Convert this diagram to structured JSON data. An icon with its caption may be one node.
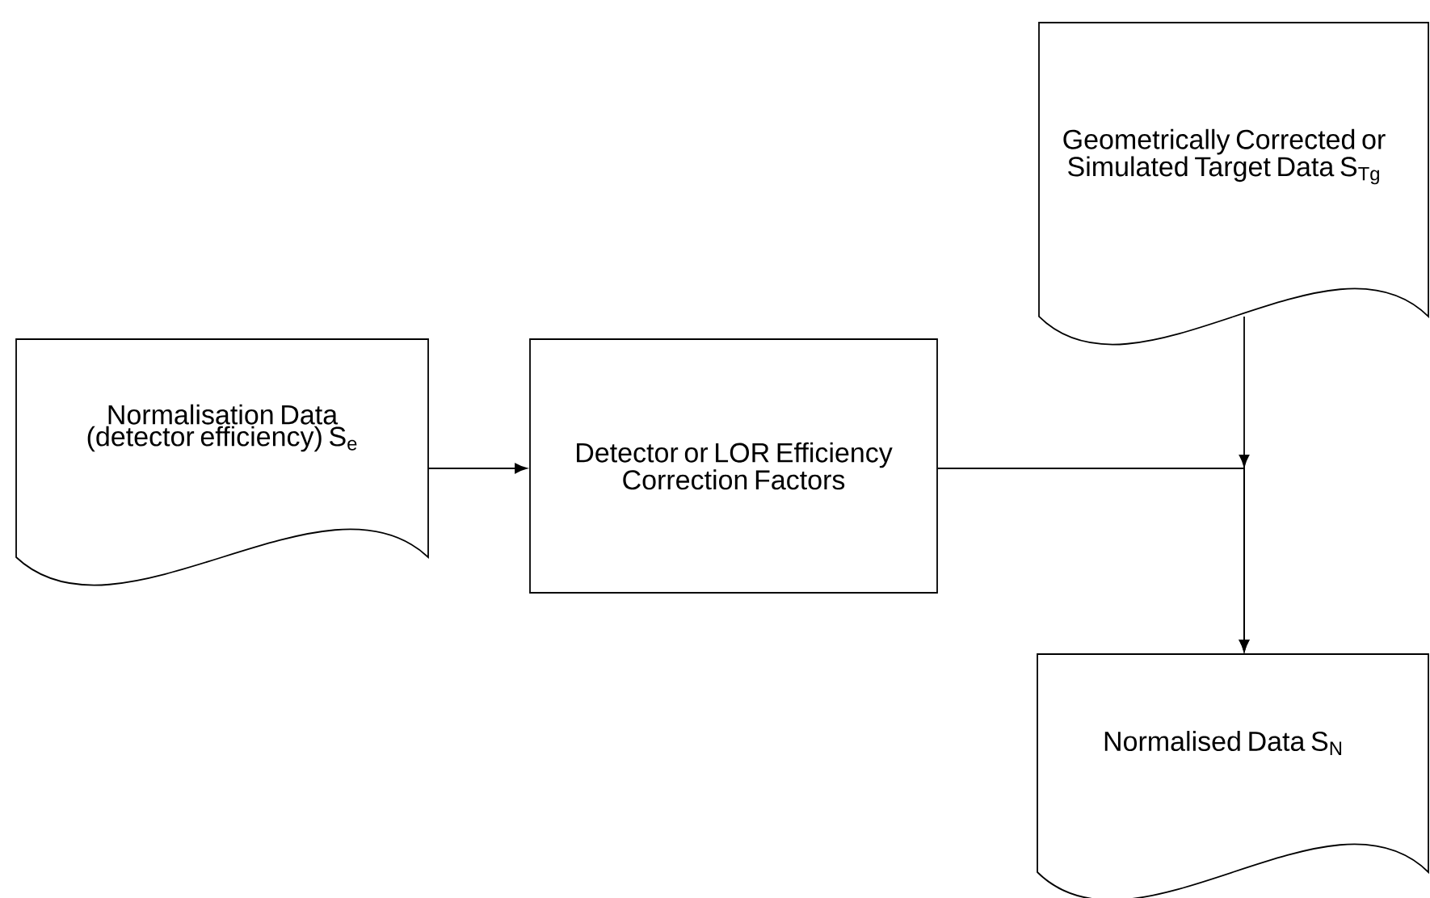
{
  "diagram": {
    "nodes": [
      {
        "text": [
          "Normalisation Data (detector efficiency) S$_{e}$"
        ]
      },
      {
        "text": [
          "Detector or LOR Efficiency Correction Factors"
        ]
      },
      {
        "text": [
          "Geometrically Corrected or Simulated Target Data S$_{Tg}$"
        ]
      },
      {
        "text": [
          "Normalised Data S$_{N}$"
        ]
      }
    ],
    "edges": [
      {
        "from": 0,
        "to": 1,
        "arrow": "to"
      },
      {
        "from": 1,
        "to": 3,
        "arrow": "to"
      },
      {
        "from": 2,
        "to": 3,
        "arrow": "to"
      }
    ]
  }
}
